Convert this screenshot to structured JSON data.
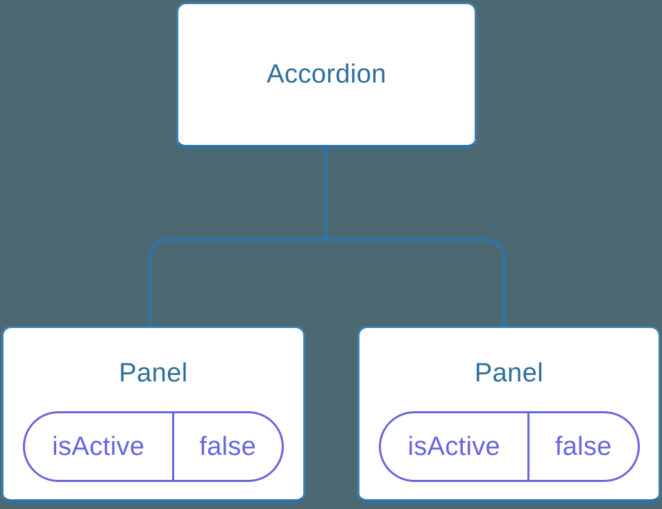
{
  "tree": {
    "root": {
      "label": "Accordion"
    },
    "children": [
      {
        "label": "Panel",
        "state": {
          "name": "isActive",
          "value": "false"
        }
      },
      {
        "label": "Panel",
        "state": {
          "name": "isActive",
          "value": "false"
        }
      }
    ]
  },
  "colors": {
    "background": "#4c6872",
    "node_border": "#3d7fad",
    "node_border_bottom": "#32709f",
    "connector_line": "#2e74a5",
    "title_text": "#2e6f9b",
    "state_purple": "#6866dc",
    "node_background": "#ffffff"
  }
}
